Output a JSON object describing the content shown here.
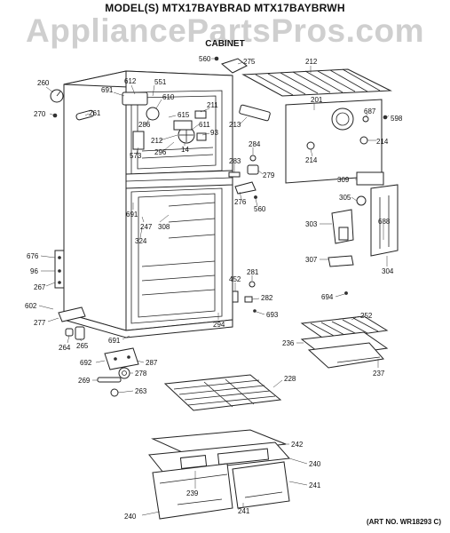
{
  "header": {
    "title": "MODEL(S) MTX17BAYBRAD  MTX17BAYBRWH"
  },
  "watermark": "AppliancePartsPros.com",
  "section_title": "CABINET",
  "art_number": "(ART NO. WR18293 C)",
  "labels": {
    "l560a": "560",
    "l275": "275",
    "l212a": "212",
    "l260": "260",
    "l612": "612",
    "l551": "551",
    "l691a": "691",
    "l610": "610",
    "l201": "201",
    "l270": "270",
    "l261": "261",
    "l615": "615",
    "l211": "211",
    "l213": "213",
    "l687": "687",
    "l598": "598",
    "l286": "286",
    "l611": "611",
    "l93": "93",
    "l212b": "212",
    "l14": "14",
    "l573": "573",
    "l296": "296",
    "l284": "284",
    "l214a": "214",
    "l214b": "214",
    "l283": "283",
    "l279": "279",
    "l309": "309",
    "l305": "305",
    "l276": "276",
    "l560b": "560",
    "l691b": "691",
    "l247": "247",
    "l308": "308",
    "l324": "324",
    "l303": "303",
    "l688": "688",
    "l676": "676",
    "l96": "96",
    "l267": "267",
    "l307": "307",
    "l304": "304",
    "l281": "281",
    "l452": "452",
    "l282": "282",
    "l694": "694",
    "l602": "602",
    "l693": "693",
    "l277": "277",
    "l294": "294",
    "l264": "264",
    "l265": "265",
    "l691c": "691",
    "l252": "252",
    "l236": "236",
    "l692": "692",
    "l287": "287",
    "l237": "237",
    "l228": "228",
    "l269": "269",
    "l278": "278",
    "l263": "263",
    "l242": "242",
    "l240a": "240",
    "l239": "239",
    "l241a": "241",
    "l241b": "241",
    "l240b": "240"
  }
}
